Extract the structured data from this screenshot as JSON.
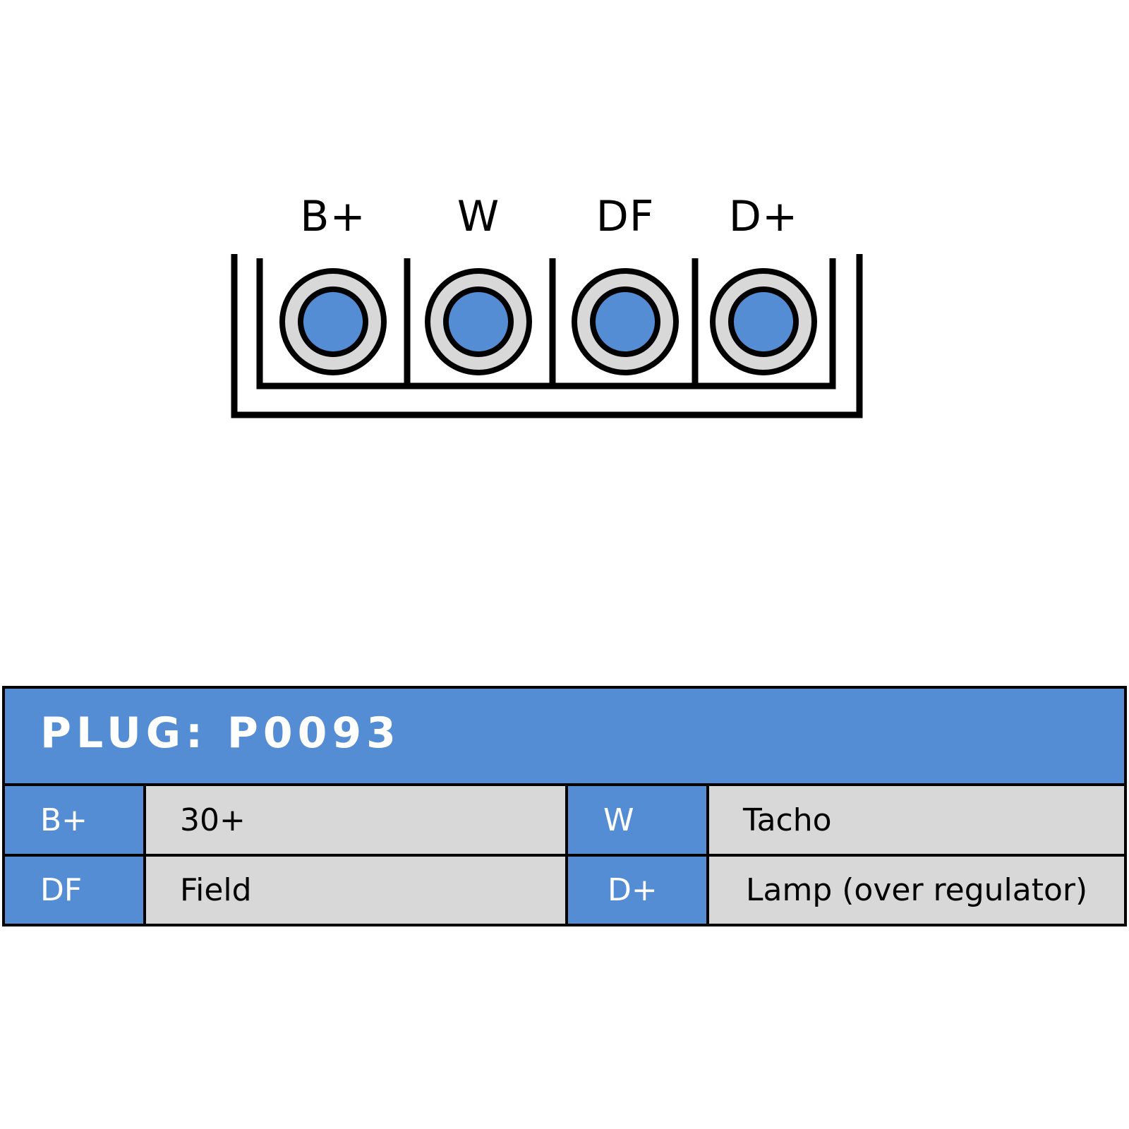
{
  "colors": {
    "accent": "#558dd5",
    "cell_bg": "#d8d8d8",
    "pin_ring": "#d8d8d8",
    "line": "#000000"
  },
  "connector": {
    "pins": [
      {
        "label": "B+"
      },
      {
        "label": "W"
      },
      {
        "label": "DF"
      },
      {
        "label": "D+"
      }
    ]
  },
  "plug": {
    "title": "PLUG: P0093",
    "rows": [
      [
        {
          "key": "B+",
          "value": "30+"
        },
        {
          "key": "W",
          "value": "Tacho"
        }
      ],
      [
        {
          "key": "DF",
          "value": "Field"
        },
        {
          "key": "D+",
          "value": "Lamp (over regulator)"
        }
      ]
    ]
  }
}
